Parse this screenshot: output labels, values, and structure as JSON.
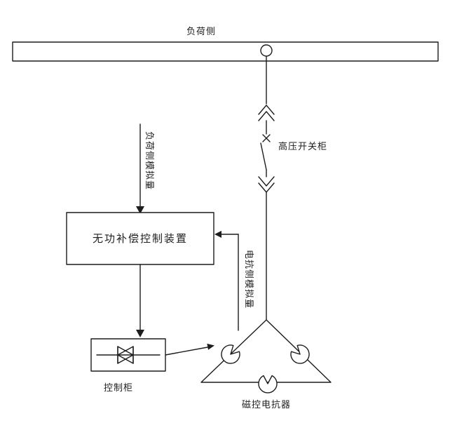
{
  "title": "负荷侧",
  "labels": {
    "switchgear": "高压开关柜",
    "load_analog": "负荷侧模拟量",
    "controller": "无功补偿控制装置",
    "reactor_analog": "电抗侧模拟量",
    "control_cabinet": "控制柜",
    "reactor": "磁控电抗器"
  },
  "colors": {
    "stroke": "#1d1d1d",
    "background": "#ffffff"
  }
}
